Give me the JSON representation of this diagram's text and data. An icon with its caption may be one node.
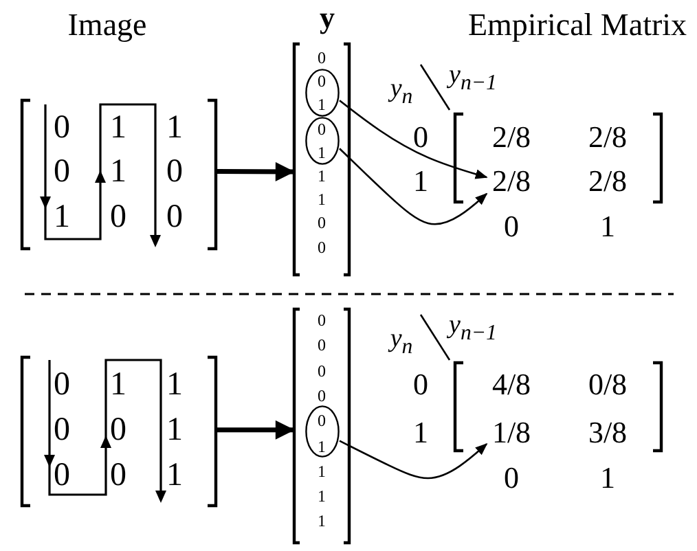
{
  "diagram": {
    "nodes": [
      {
        "text": [
          "0",
          "1",
          "1",
          "0",
          "1",
          "0",
          "1",
          "0",
          "0"
        ]
      },
      {
        "text": [
          "0",
          "1",
          "1",
          "0",
          "0"
        ]
      },
      {
        "text": [
          "0",
          "1"
        ],
        "in": 1
      },
      {
        "text": [
          "0",
          "1"
        ],
        "in": 1
      },
      {
        "text": [
          "2/8",
          "2/8",
          "2/8"
        ]
      },
      {
        "text": [
          "2/8"
        ],
        "in": 4
      },
      {
        "text": [
          "0",
          "1",
          "1",
          "0",
          "0",
          "1",
          "0",
          "0",
          "1"
        ]
      },
      {
        "text": [
          "0",
          "0",
          "0",
          "0",
          "1",
          "1",
          "1"
        ]
      },
      {
        "text": [
          "0",
          "1"
        ],
        "in": 7
      },
      {
        "text": [
          "4/8",
          "0/8",
          "3/8"
        ]
      },
      {
        "text": [
          "1/8"
        ],
        "in": 9
      }
    ],
    "edges": [
      {
        "from": 0,
        "to": 1,
        "arrow": "to",
        "style": "thick"
      },
      {
        "from": 2,
        "to": 5,
        "arrow": "to"
      },
      {
        "from": 3,
        "to": 5,
        "arrow": "to"
      },
      {
        "from": 6,
        "to": 7,
        "arrow": "to",
        "style": "thick"
      },
      {
        "from": 8,
        "to": 10,
        "arrow": "to"
      }
    ],
    "labels": [
      "Image",
      "y",
      "Empirical Matrix",
      "y$_{n}$",
      "y$_{n−1}$",
      "0",
      "1",
      "0",
      "1",
      "y$_{n}$",
      "y$_{n−1}$",
      "0",
      "1",
      "0",
      "1"
    ]
  }
}
